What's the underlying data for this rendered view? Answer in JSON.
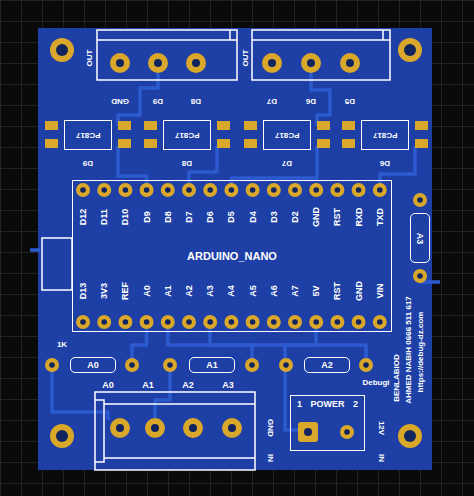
{
  "diagram": {
    "nodes": [
      {
        "text": [
          "PC817"
        ]
      },
      {
        "text": [
          "PC817"
        ]
      },
      {
        "text": [
          "PC817"
        ]
      },
      {
        "text": [
          "PC817"
        ]
      },
      {
        "text": [
          "ARDUINO_NANO"
        ]
      },
      {
        "text": [
          "A3"
        ]
      },
      {
        "text": [
          "A0"
        ]
      },
      {
        "text": [
          "A1"
        ]
      },
      {
        "text": [
          "A2"
        ]
      },
      {
        "text": [
          "1",
          "POWER",
          "2"
        ]
      }
    ],
    "labels": [
      "OUT",
      "GND",
      "D9",
      "D8",
      "OUT",
      "D7",
      "D6",
      "D5",
      "D9",
      "D8",
      "D7",
      "D6",
      "D12",
      "D11",
      "D10",
      "D9",
      "D8",
      "D7",
      "D6",
      "D5",
      "D4",
      "D3",
      "D2",
      "GND",
      "RST",
      "RXD",
      "TXD",
      "D13",
      "3V3",
      "REF",
      "A0",
      "A1",
      "A2",
      "A3",
      "A4",
      "A5",
      "A6",
      "A7",
      "5V",
      "RST",
      "GND",
      "VIN",
      "1K",
      "A0",
      "A1",
      "A2",
      "A3",
      "GND",
      "IN",
      "12V",
      "IN",
      "Debugi",
      "BENLABIOD",
      "AHMED NABIH 0666 511 617",
      "https://debug-dz.com"
    ]
  }
}
